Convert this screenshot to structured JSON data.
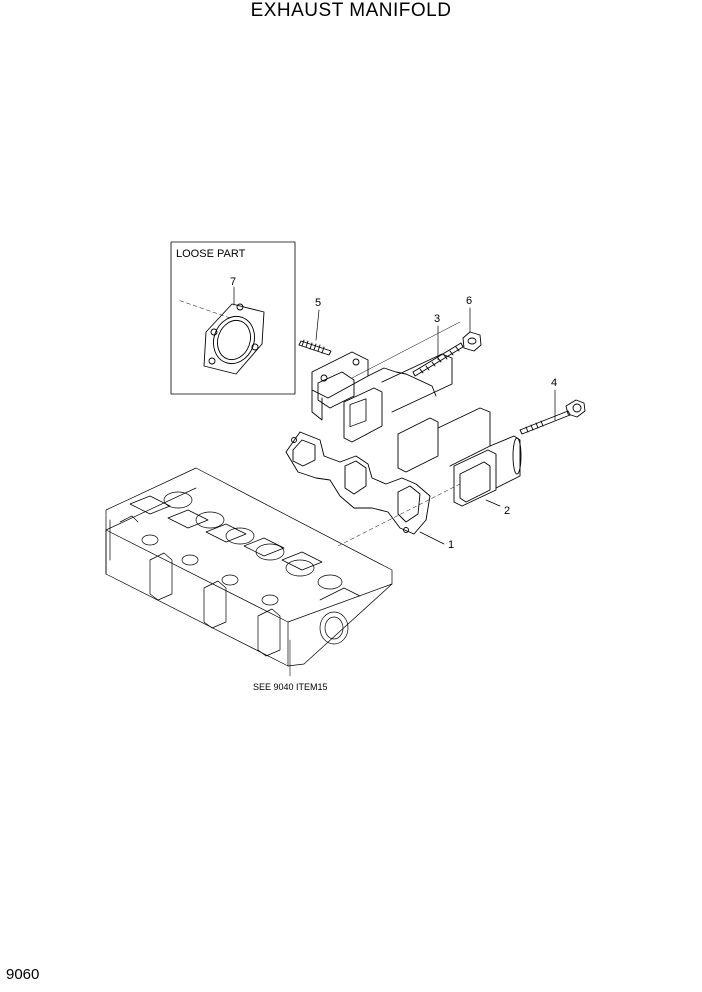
{
  "title": "EXHAUST MANIFOLD",
  "page_number": "9060",
  "loose_part_box": {
    "label": "LOOSE PART"
  },
  "callouts": {
    "item1": "1",
    "item2": "2",
    "item3": "3",
    "item4": "4",
    "item5": "5",
    "item6": "6",
    "item7": "7"
  },
  "reference_note": "SEE 9040 ITEM15"
}
